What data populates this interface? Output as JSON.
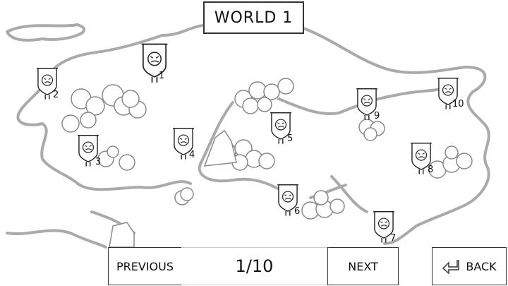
{
  "header": {
    "title": "WORLD 1"
  },
  "levels": [
    {
      "number": "1",
      "icon": "angry-face-icon",
      "unlocked": true
    },
    {
      "number": "2",
      "icon": "face-icon"
    },
    {
      "number": "3",
      "icon": "face-icon"
    },
    {
      "number": "4",
      "icon": "face-icon"
    },
    {
      "number": "5",
      "icon": "face-icon"
    },
    {
      "number": "6",
      "icon": "face-icon"
    },
    {
      "number": "7",
      "icon": "face-icon"
    },
    {
      "number": "8",
      "icon": "face-icon"
    },
    {
      "number": "9",
      "icon": "face-icon"
    },
    {
      "number": "10",
      "icon": "face-icon"
    }
  ],
  "footer": {
    "previous_label": "PREVIOUS",
    "page_indicator": "1/10",
    "next_label": "NEXT",
    "back_label": "BACK"
  }
}
